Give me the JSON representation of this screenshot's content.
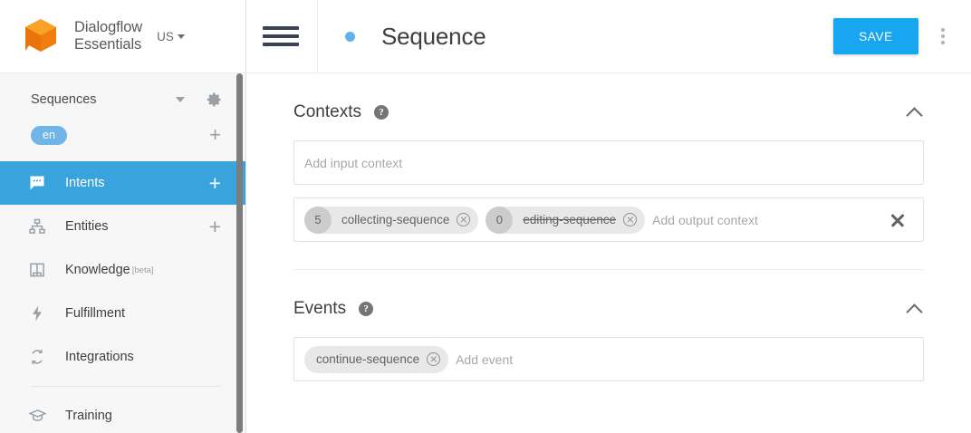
{
  "brand": {
    "logo_icon": "dialogflow-cube-logo",
    "name_line1": "Dialogflow",
    "name_line2": "Essentials",
    "region_label": "US",
    "region_caret_icon": "caret-down-icon"
  },
  "sidebar": {
    "agent": {
      "name": "Sequences",
      "caret_icon": "caret-down-icon",
      "settings_icon": "gear-icon"
    },
    "language": {
      "code": "en",
      "add_icon": "plus-icon"
    },
    "items": [
      {
        "label": "Intents",
        "icon": "speech-bubble-icon",
        "active": true,
        "add": "+"
      },
      {
        "label": "Entities",
        "icon": "entities-tree-icon",
        "active": false,
        "add": "+"
      },
      {
        "label": "Knowledge",
        "icon": "book-icon",
        "active": false,
        "badge": "[beta]"
      },
      {
        "label": "Fulfillment",
        "icon": "bolt-icon",
        "active": false
      },
      {
        "label": "Integrations",
        "icon": "refresh-arrows-icon",
        "active": false
      },
      {
        "label": "Training",
        "icon": "graduation-cap-icon",
        "active": false
      }
    ],
    "scrollbar": "vertical-scrollbar"
  },
  "header": {
    "menu_icon": "hamburger-menu-icon",
    "status_dot": "blue-status-dot",
    "title": "Sequence",
    "save_label": "SAVE",
    "more_icon": "kebab-menu-icon"
  },
  "contexts": {
    "title": "Contexts",
    "help_icon": "help-icon",
    "collapse_icon": "chevron-up-icon",
    "input": {
      "placeholder": "Add input context",
      "chips": []
    },
    "output": {
      "placeholder": "Add output context",
      "clear_icon": "close-icon",
      "chips": [
        {
          "lifespan": "5",
          "label": "collecting-sequence",
          "struck": false,
          "remove_icon": "circle-close-icon"
        },
        {
          "lifespan": "0",
          "label": "editing-sequence",
          "struck": true,
          "remove_icon": "circle-close-icon"
        }
      ]
    }
  },
  "events": {
    "title": "Events",
    "help_icon": "help-icon",
    "collapse_icon": "chevron-up-icon",
    "placeholder": "Add event",
    "chips": [
      {
        "label": "continue-sequence",
        "remove_icon": "circle-close-icon"
      }
    ]
  },
  "colors": {
    "accent_blue": "#17a6ef",
    "nav_active": "#38a3dd",
    "lang_pill": "#6fb5e8",
    "logo_orange": "#f07f13"
  }
}
